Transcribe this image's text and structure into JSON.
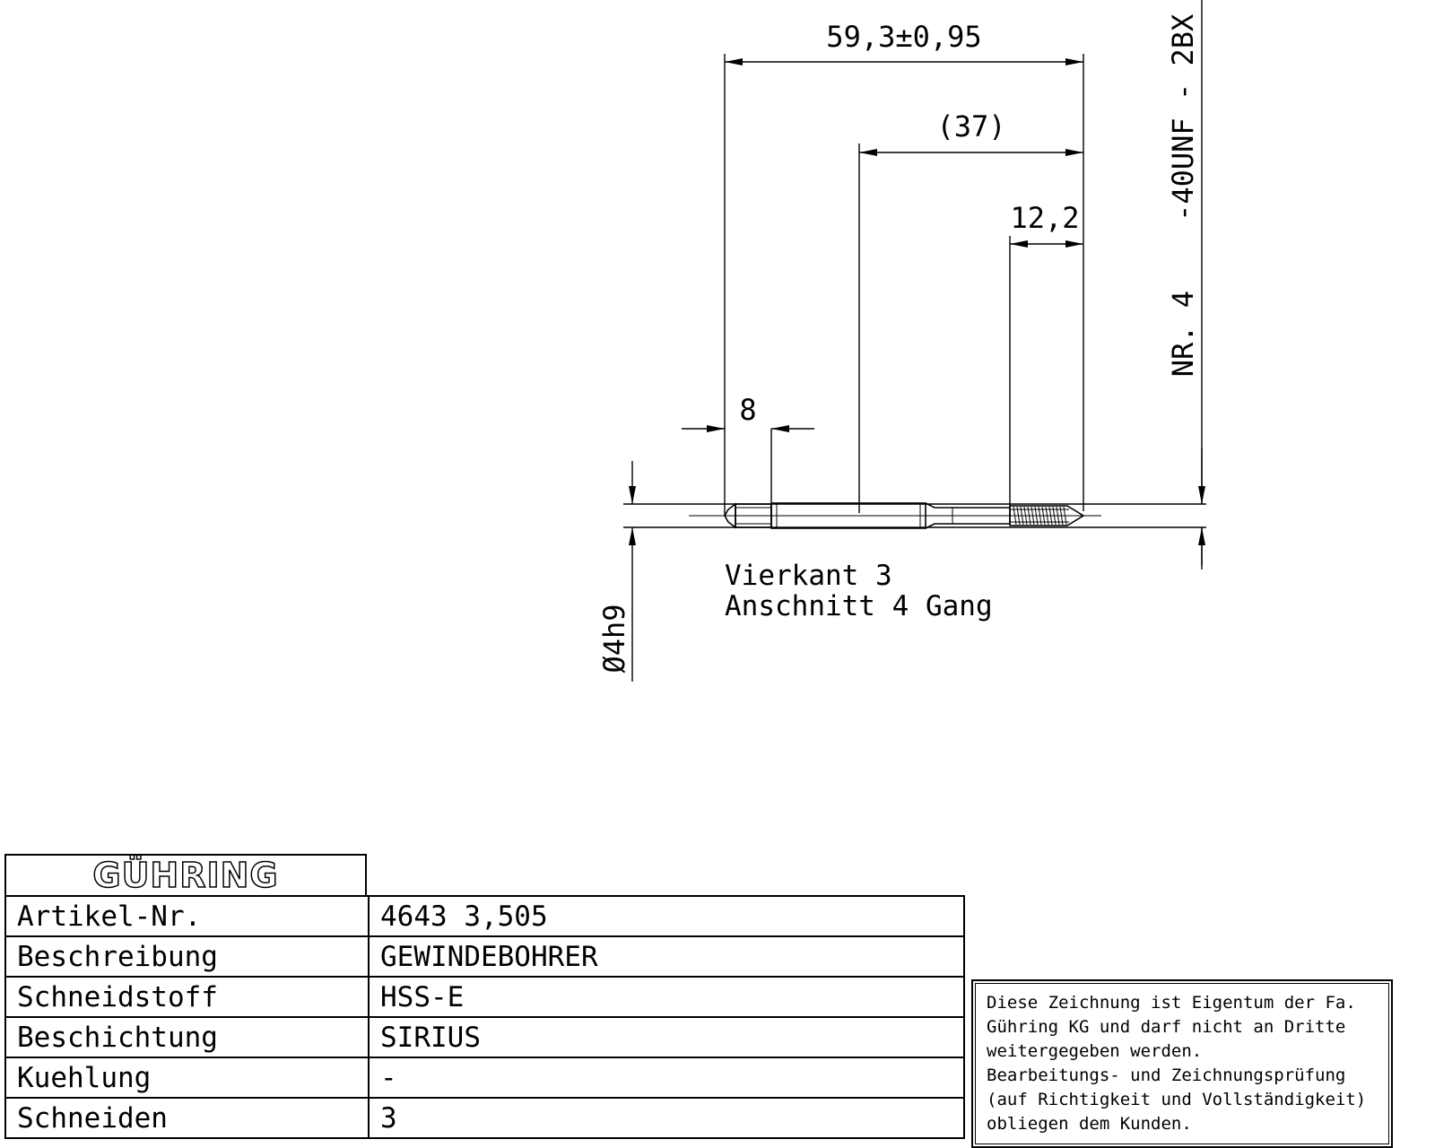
{
  "drawing": {
    "dimensions": {
      "overall_length": "59,3±0,95",
      "shank_length": "(37)",
      "thread_length": "12,2",
      "square_length": "8",
      "diameter": "Ø4h9"
    },
    "thread_designation": "NR. 4    -40UNF - 2BX",
    "notes": {
      "square": "Vierkant 3",
      "chamfer": "Anschnitt 4 Gang"
    }
  },
  "title_block": {
    "logo": "GÜHRING",
    "rows": [
      {
        "label": "Artikel-Nr.",
        "value": "4643 3,505"
      },
      {
        "label": "Beschreibung",
        "value": "GEWINDEBOHRER"
      },
      {
        "label": "Schneidstoff",
        "value": "HSS-E"
      },
      {
        "label": "Beschichtung",
        "value": "SIRIUS"
      },
      {
        "label": "Kuehlung",
        "value": "-"
      },
      {
        "label": "Schneiden",
        "value": "3"
      }
    ]
  },
  "notice": {
    "lines": [
      "Diese Zeichnung ist Eigentum der Fa.",
      "Gühring KG und darf nicht an Dritte",
      "weitergegeben werden.",
      "Bearbeitungs- und Zeichnungsprüfung",
      "(auf Richtigkeit und Vollständigkeit)",
      "obliegen dem Kunden."
    ]
  }
}
